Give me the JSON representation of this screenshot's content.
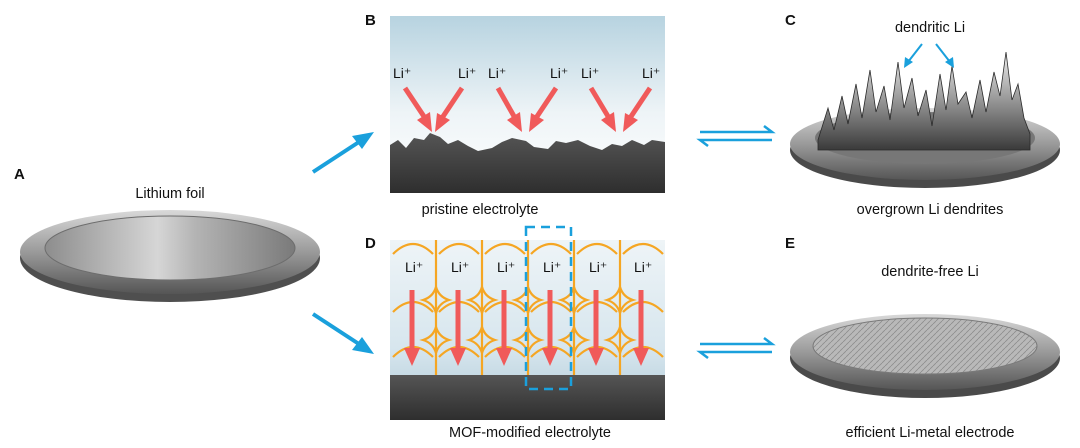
{
  "panels": {
    "A": {
      "letter": "A",
      "caption": "Lithium foil"
    },
    "B": {
      "letter": "B",
      "caption": "pristine electrolyte",
      "ion_label": "Li⁺"
    },
    "C": {
      "letter": "C",
      "top_label": "dendritic Li",
      "caption": "overgrown Li  dendrites"
    },
    "D": {
      "letter": "D",
      "caption": "MOF-modified electrolyte",
      "ion_label": "Li⁺"
    },
    "E": {
      "letter": "E",
      "top_label": "dendrite-free Li",
      "caption": "efficient Li-metal electrode"
    }
  },
  "colors": {
    "flow_arrow": "#1aa0dc",
    "ion_arrow": "#f05a5a",
    "mof_frame": "#f5a623",
    "highlight_box": "#1aa0dc",
    "electrode_dark": "#4a4a4a"
  }
}
